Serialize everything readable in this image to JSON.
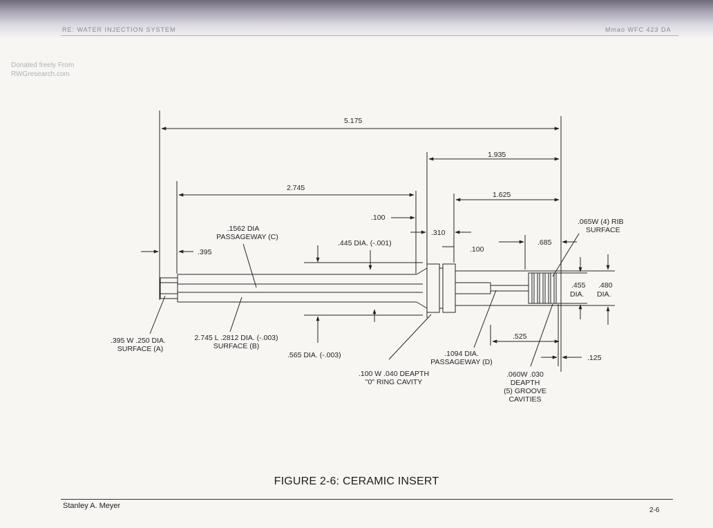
{
  "header": {
    "left": "RE: WATER INJECTION SYSTEM",
    "right": "Mmao WFC 423 DA"
  },
  "watermark": {
    "line1": "Donated freely From",
    "line2": "RWGresearch.com"
  },
  "dimensions": {
    "overall_length": "5.175",
    "rear_length": "1.935",
    "passage_length": "2.745",
    "rib_zone_length": "1.625",
    "ring_offset": ".100",
    "ring_width": ".310",
    "step_100": ".100",
    "rib_offset": ".685",
    "tip_length": ".395",
    "bore_dia_445": ".445 DIA. (-.001)",
    "groove_length": ".525",
    "end_125": ".125",
    "dia_455": ".455",
    "dia_455_suffix": "DIA.",
    "dia_480": ".480",
    "dia_480_suffix": "DIA."
  },
  "notes": {
    "passageway_c": [
      ".1562 DIA",
      "PASSAGEWAY (C)"
    ],
    "rib_surface": [
      ".065W  (4) RIB",
      "SURFACE"
    ],
    "surface_a": [
      ".395 W .250 DIA.",
      "SURFACE (A)"
    ],
    "surface_b": [
      "2.745 L .2812 DIA. (-.003)",
      "SURFACE (B)"
    ],
    "dia_565": ".565 DIA. (-.003)",
    "o_ring": [
      ".100 W .040 DEAPTH",
      "\"0\" RING CAVITY"
    ],
    "passageway_d": [
      ".1094 DIA.",
      "PASSAGEWAY (D)"
    ],
    "groove": [
      ".060W .030",
      "DEAPTH",
      "(5) GROOVE",
      "CAVITIES"
    ]
  },
  "caption": "FIGURE 2-6: CERAMIC INSERT",
  "footer": {
    "author": "Stanley A. Meyer",
    "page": "2-6"
  }
}
